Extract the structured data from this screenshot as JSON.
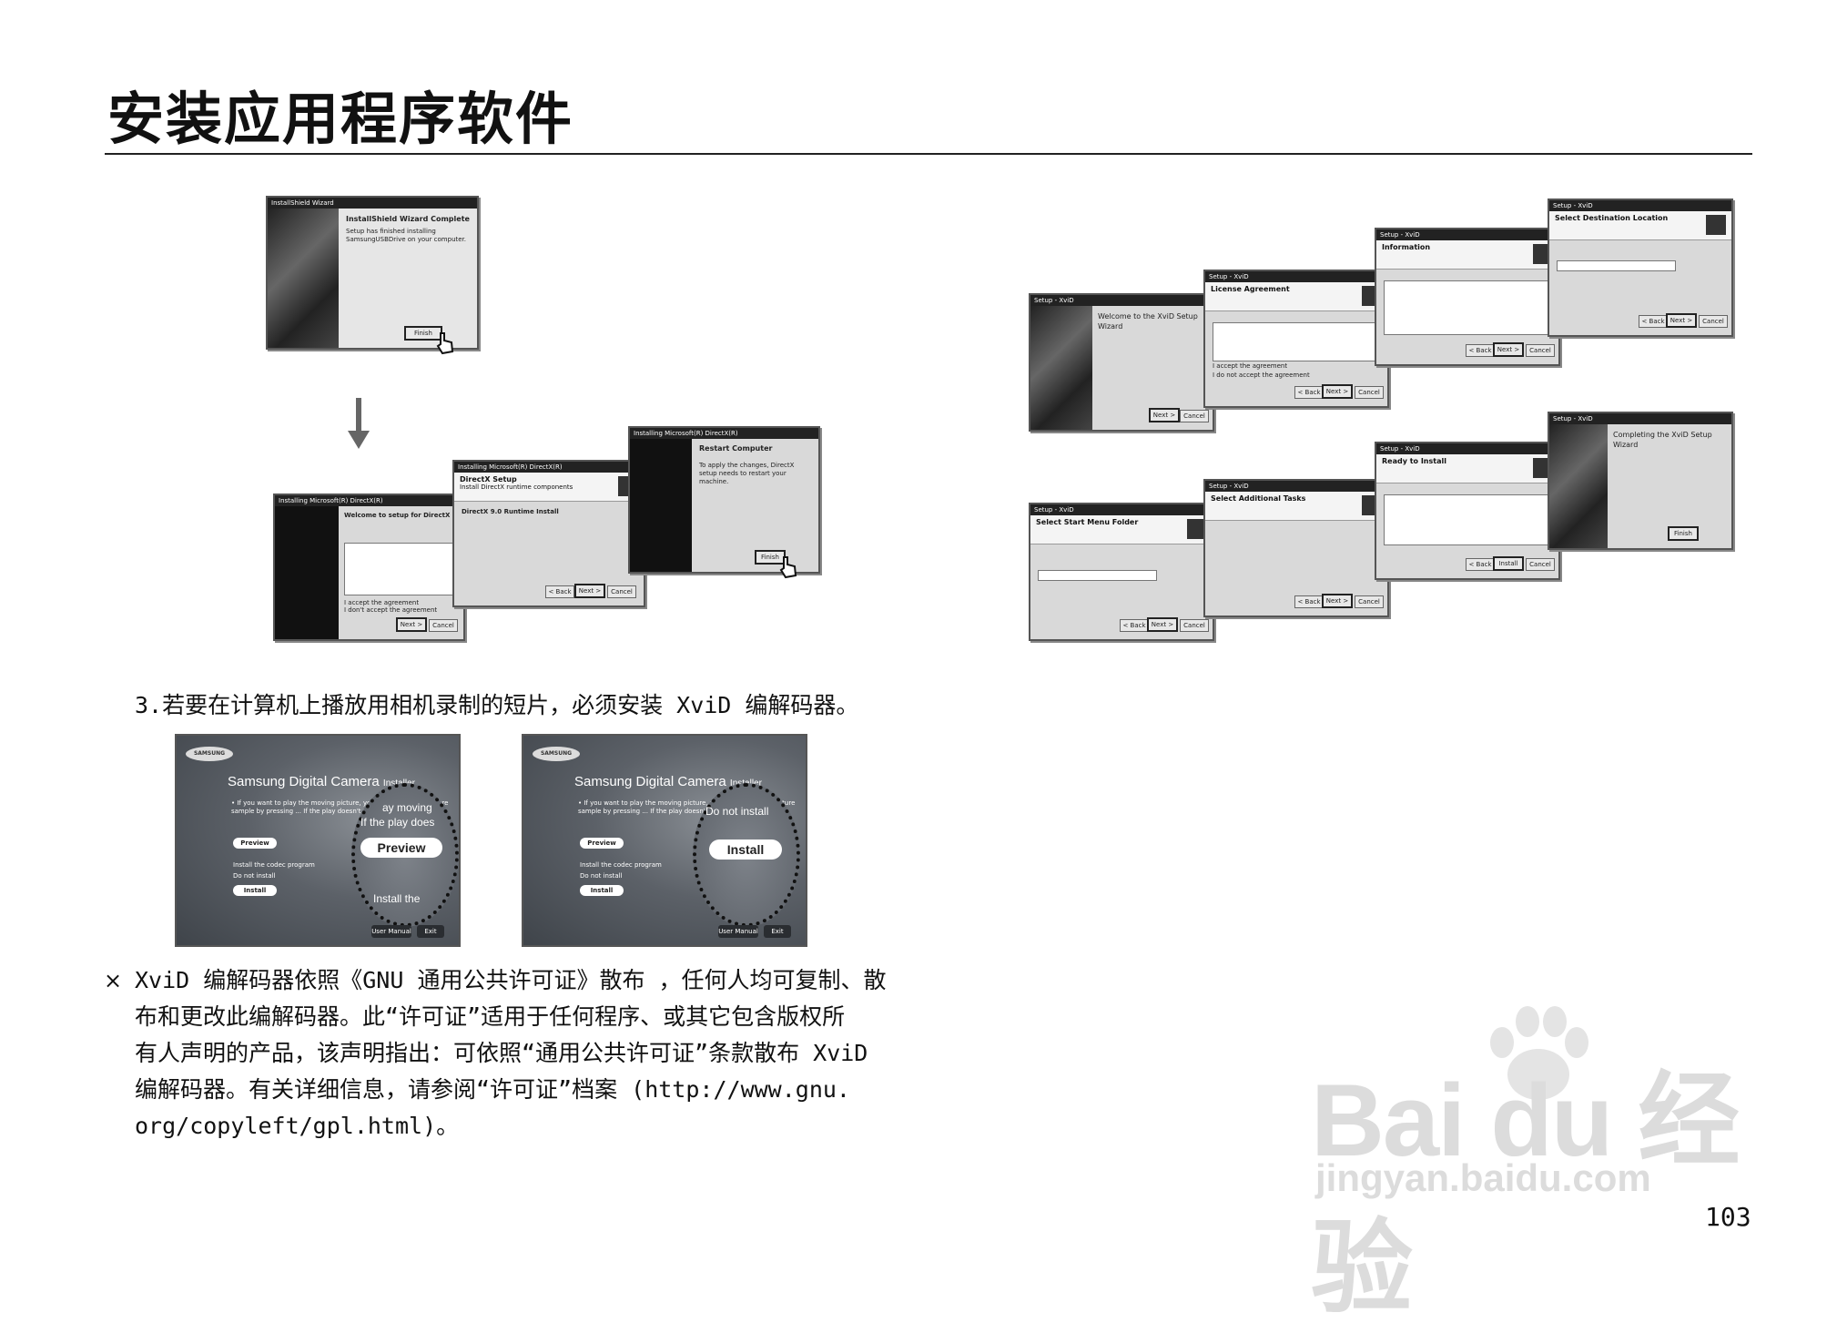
{
  "header": {
    "title": "安装应用程序软件"
  },
  "step3": {
    "text": "3.若要在计算机上播放用相机录制的短片，必须安装 XviD 编解码器。"
  },
  "note": {
    "mark": "×",
    "lines": [
      "XviD 编解码器依照《GNU 通用公共许可证》散布 ，任何人均可复制、散",
      "布和更改此编解码器。此“许可证”适用于任何程序、或其它包含版权所",
      "有人声明的产品，该声明指出：可依照“通用公共许可证”条款散布 XviD",
      "编解码器。有关详细信息，请参阅“许可证”档案 (http://www.gnu.",
      "org/copyleft/gpl.html)。"
    ]
  },
  "page_number": "103",
  "watermark": {
    "brand": "Bai du 经验",
    "url": "jingyan.baidu.com"
  },
  "shield": {
    "title": "InstallShield Wizard",
    "heading": "InstallShield Wizard Complete",
    "text": "Setup has finished installing SamsungUSBDrive on your computer.",
    "button": "Finish"
  },
  "directx": [
    {
      "title": "Installing Microsoft(R) DirectX(R)",
      "heading": "Welcome to setup for DirectX",
      "radio1": "I accept the agreement",
      "radio2": "I don't accept the agreement",
      "next": "Next >",
      "cancel": "Cancel"
    },
    {
      "title": "Installing Microsoft(R) DirectX(R)",
      "heading": "DirectX Setup",
      "sub": "Install DirectX runtime components",
      "text": "DirectX 9.0 Runtime Install",
      "back": "< Back",
      "next": "Next >",
      "cancel": "Cancel"
    },
    {
      "title": "Installing Microsoft(R) DirectX(R)",
      "heading": "Restart Computer",
      "text": "To apply the changes, DirectX setup needs to restart your machine.",
      "button": "Finish"
    }
  ],
  "xvid": [
    {
      "title": "Setup - XviD",
      "heading": "Welcome to the XviD Setup Wizard",
      "next": "Next >",
      "cancel": "Cancel"
    },
    {
      "title": "Setup - XviD",
      "heading": "License Agreement",
      "radio1": "I accept the agreement",
      "radio2": "I do not accept the agreement",
      "back": "< Back",
      "next": "Next >",
      "cancel": "Cancel"
    },
    {
      "title": "Setup - XviD",
      "heading": "Information",
      "back": "< Back",
      "next": "Next >",
      "cancel": "Cancel"
    },
    {
      "title": "Setup - XviD",
      "heading": "Select Destination Location",
      "back": "< Back",
      "next": "Next >",
      "cancel": "Cancel"
    },
    {
      "title": "Setup - XviD",
      "heading": "Select Start Menu Folder",
      "back": "< Back",
      "next": "Next >",
      "cancel": "Cancel"
    },
    {
      "title": "Setup - XviD",
      "heading": "Select Additional Tasks",
      "back": "< Back",
      "next": "Next >",
      "cancel": "Cancel"
    },
    {
      "title": "Setup - XviD",
      "heading": "Ready to Install",
      "back": "< Back",
      "install": "Install",
      "cancel": "Cancel"
    },
    {
      "title": "Setup - XviD",
      "heading": "Completing the XviD Setup Wizard",
      "button": "Finish"
    }
  ],
  "installer": {
    "logo": "SAMSUNG",
    "title": "Samsung Digital Camera",
    "title_small": "Installer",
    "text": "• If you want to play the moving picture, you ... Play moving picture sample by pressing ... If the play doesn't work properly, you ...",
    "preview": "Preview",
    "radio_install": "Install the codec program",
    "radio_not": "Do not install",
    "install": "Install",
    "user_manual": "User Manual",
    "exit": "Exit",
    "zoom_left": {
      "line1": "ay moving",
      "line2": "If the play does",
      "button": "Preview",
      "line3": "Install the"
    },
    "zoom_right": {
      "line1": "Do not install",
      "button": "Install"
    }
  }
}
